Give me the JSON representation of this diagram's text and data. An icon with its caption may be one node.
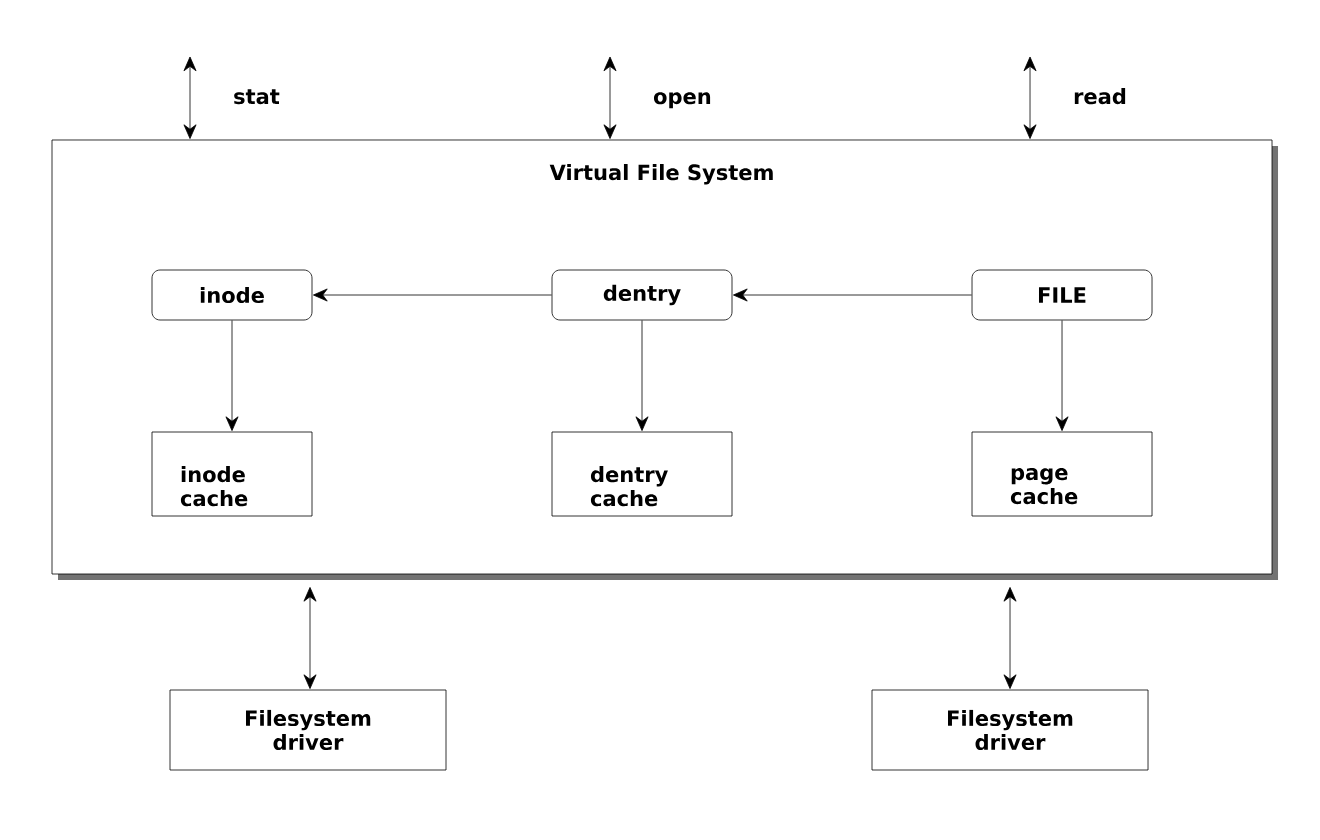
{
  "diagram": {
    "nodes": [
      {
        "text": [
          "Virtual File System"
        ]
      },
      {
        "text": [
          "inode"
        ],
        "in": 0
      },
      {
        "text": [
          "dentry"
        ],
        "in": 0
      },
      {
        "text": [
          "FILE"
        ],
        "in": 0
      },
      {
        "text": [
          "inode cache"
        ],
        "in": 0
      },
      {
        "text": [
          "dentry cache"
        ],
        "in": 0
      },
      {
        "text": [
          "page cache"
        ],
        "in": 0
      },
      {
        "text": [
          "Filesystem driver"
        ]
      },
      {
        "text": [
          "Filesystem driver"
        ]
      }
    ],
    "edges": [
      {
        "from": 2,
        "to": 1,
        "arrow": "to"
      },
      {
        "from": 3,
        "to": 2,
        "arrow": "to"
      },
      {
        "from": 1,
        "to": 4,
        "arrow": "to"
      },
      {
        "from": 2,
        "to": 5,
        "arrow": "to"
      },
      {
        "from": 3,
        "to": 6,
        "arrow": "to"
      },
      {
        "from": null,
        "to": 0,
        "arrow": "both",
        "label": "stat"
      },
      {
        "from": null,
        "to": 0,
        "arrow": "both",
        "label": "open"
      },
      {
        "from": null,
        "to": 0,
        "arrow": "both",
        "label": "read"
      },
      {
        "from": 0,
        "to": 7,
        "arrow": "both"
      },
      {
        "from": 0,
        "to": 8,
        "arrow": "both"
      }
    ]
  }
}
